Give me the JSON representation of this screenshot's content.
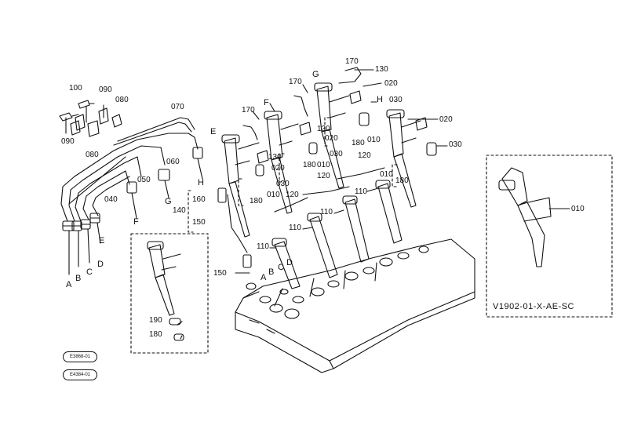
{
  "figure": {
    "code": "V1902-01-X-AE-SC",
    "badges": [
      "E3868-01",
      "E4384-01"
    ]
  },
  "parts": {
    "p010": "010",
    "p020": "020",
    "p030": "030",
    "p040": "040",
    "p050": "050",
    "p060": "060",
    "p070": "070",
    "p080": "080",
    "p090": "090",
    "p100": "100",
    "p110": "110",
    "p120": "120",
    "p130": "130",
    "p140": "140",
    "p150": "150",
    "p160": "160",
    "p170": "170",
    "p180": "180",
    "p190": "190"
  },
  "letters": [
    "A",
    "B",
    "C",
    "D",
    "E",
    "F",
    "G",
    "H"
  ],
  "colors": {
    "ink": "#111111",
    "paper": "#ffffff"
  }
}
